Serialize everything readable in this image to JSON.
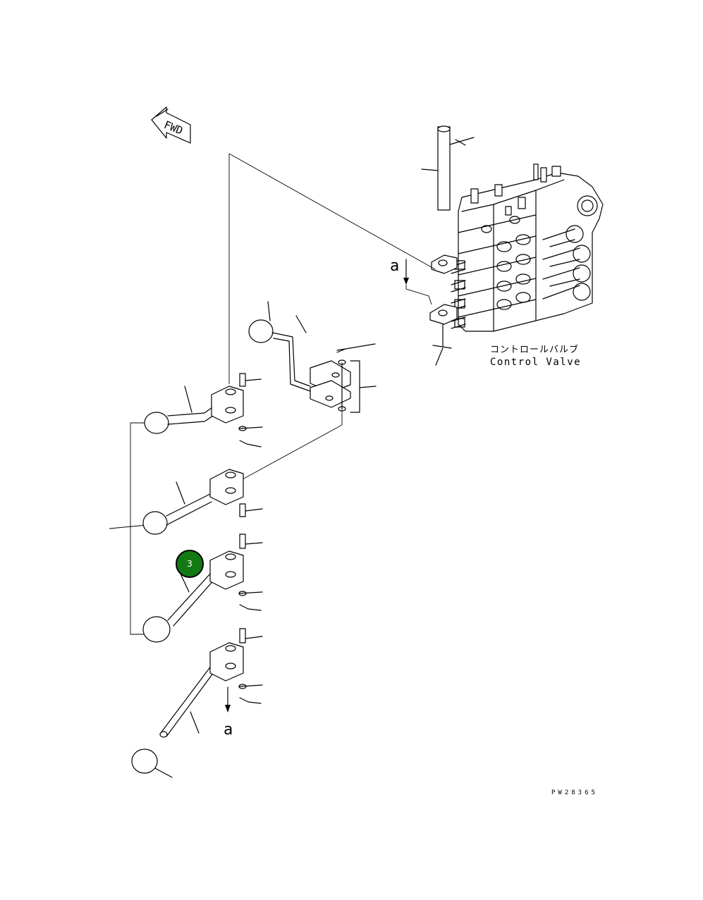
{
  "fwd_label": "FWD",
  "control_valve": {
    "jp": "コントロールバルブ",
    "en": "Control Valve"
  },
  "arrow_label_top": "a",
  "arrow_label_bottom": "a",
  "drawing_number": "PW28365",
  "callout": {
    "number": "3",
    "color": "#137a13"
  }
}
